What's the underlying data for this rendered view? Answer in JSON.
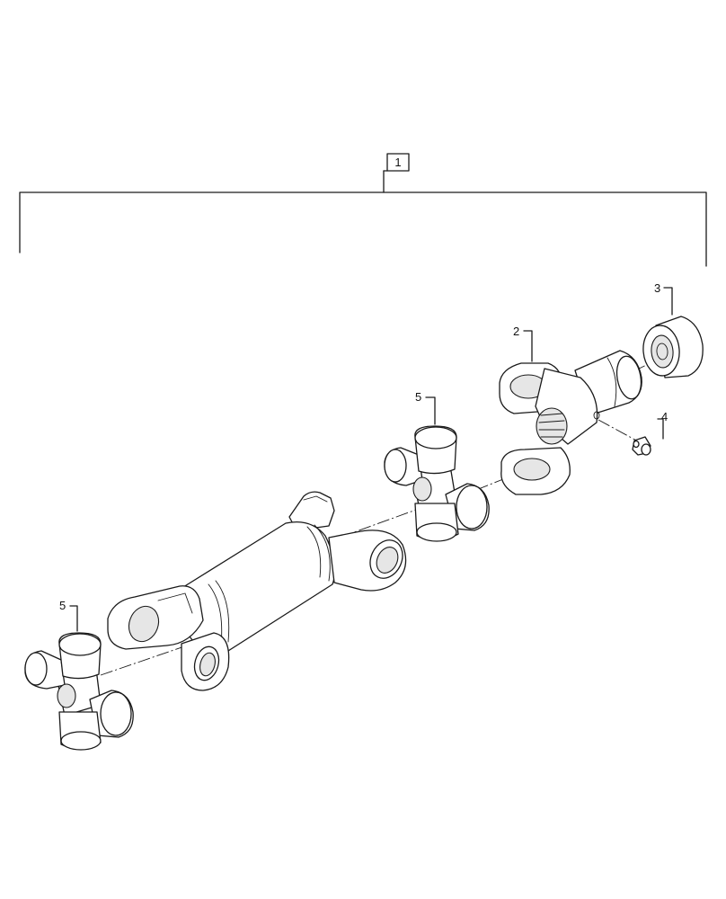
{
  "callouts": {
    "assembly": "1",
    "yoke": "2",
    "seal": "3",
    "grease_fitting": "4",
    "cross_upper": "5",
    "cross_lower": "5"
  }
}
